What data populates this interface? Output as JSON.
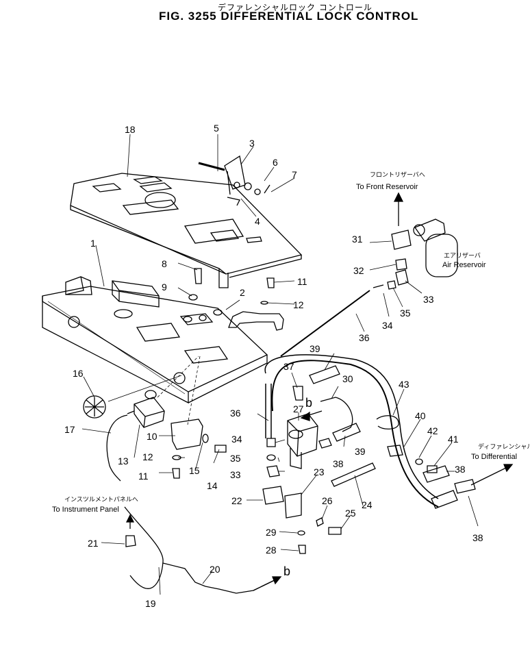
{
  "header": {
    "subtitle_jp": "デファレンシャルロック コントロール",
    "title": "FIG. 3255  DIFFERENTIAL LOCK CONTROL"
  },
  "labels": {
    "front_reservoir_jp": "フロントリザーバへ",
    "front_reservoir": "To Front Reservoir",
    "air_reservoir_jp": "エアリザーバ",
    "air_reservoir": "Air Reservoir",
    "differential_jp": "ディファレンシャルへ",
    "differential": "To Differential",
    "instrument_jp": "インスツルメントパネルへ",
    "instrument": "To Instrument Panel",
    "connector_b": "b"
  },
  "callouts": [
    "1",
    "2",
    "3",
    "4",
    "5",
    "6",
    "7",
    "8",
    "9",
    "10",
    "11",
    "11",
    "12",
    "12",
    "13",
    "14",
    "15",
    "16",
    "17",
    "18",
    "19",
    "20",
    "21",
    "22",
    "23",
    "24",
    "25",
    "26",
    "27",
    "28",
    "29",
    "30",
    "31",
    "32",
    "33",
    "33",
    "34",
    "34",
    "35",
    "35",
    "36",
    "36",
    "37",
    "38",
    "38",
    "38",
    "39",
    "39",
    "40",
    "41",
    "42",
    "43"
  ]
}
